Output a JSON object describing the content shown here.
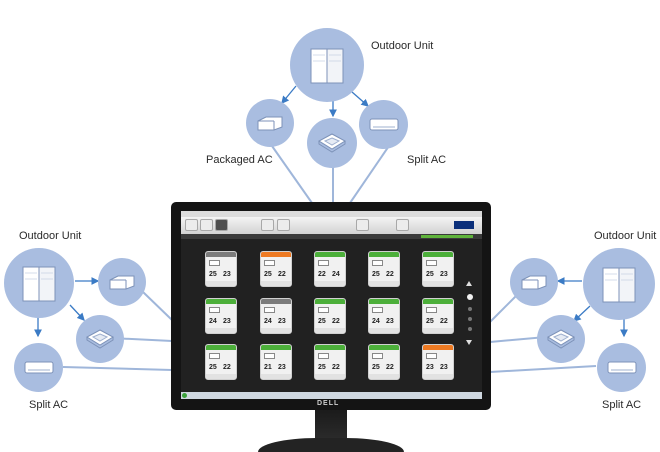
{
  "labels": {
    "outdoor_top": "Outdoor Unit",
    "packaged_ac": "Packaged AC",
    "split_ac_top": "Split AC",
    "outdoor_left": "Outdoor Unit",
    "split_ac_left": "Split AC",
    "outdoor_right": "Outdoor Unit",
    "split_ac_right": "Split AC"
  },
  "monitor": {
    "brand": "DELL"
  },
  "colors": {
    "node": "#a9bde0",
    "link": "#9fb6da",
    "arrow": "#3b7bc5",
    "card_green": "#4caf3a",
    "card_orange": "#ee7a22",
    "card_gray": "#7c7c7c"
  },
  "icons": {
    "outdoor_unit": "outdoor-unit-icon",
    "packaged_ac": "packaged-ac-icon",
    "cassette_ac": "cassette-ac-icon",
    "split_ac": "split-ac-icon"
  },
  "cards": [
    {
      "status": "gray",
      "a": "25",
      "b": "23"
    },
    {
      "status": "orange",
      "a": "25",
      "b": "22"
    },
    {
      "status": "green",
      "a": "22",
      "b": "24"
    },
    {
      "status": "green",
      "a": "25",
      "b": "22"
    },
    {
      "status": "green",
      "a": "25",
      "b": "23"
    },
    {
      "status": "green",
      "a": "24",
      "b": "23"
    },
    {
      "status": "gray",
      "a": "24",
      "b": "23"
    },
    {
      "status": "green",
      "a": "25",
      "b": "22"
    },
    {
      "status": "green",
      "a": "24",
      "b": "23"
    },
    {
      "status": "green",
      "a": "25",
      "b": "22"
    },
    {
      "status": "green",
      "a": "25",
      "b": "22"
    },
    {
      "status": "green",
      "a": "21",
      "b": "23"
    },
    {
      "status": "green",
      "a": "25",
      "b": "22"
    },
    {
      "status": "green",
      "a": "25",
      "b": "22"
    },
    {
      "status": "orange",
      "a": "23",
      "b": "23"
    }
  ]
}
